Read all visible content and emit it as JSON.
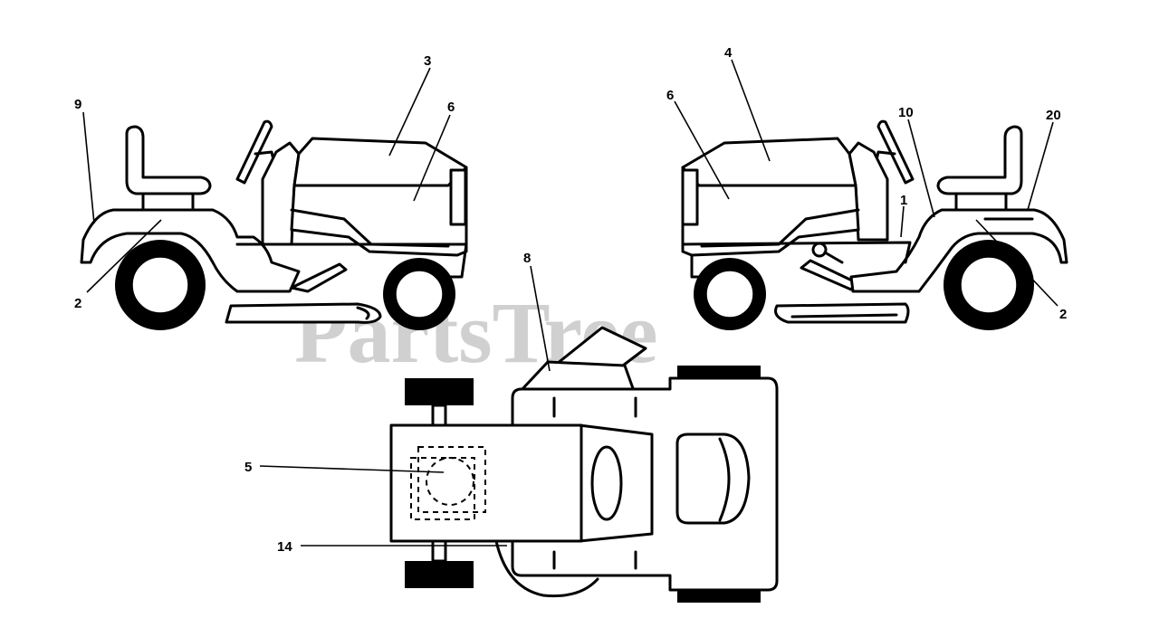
{
  "watermark": "PartsTree",
  "callouts": {
    "left_view": {
      "c9": "9",
      "c3": "3",
      "c6": "6",
      "c2": "2"
    },
    "right_view": {
      "c4": "4",
      "c6": "6",
      "c10": "10",
      "c20": "20",
      "c1": "1",
      "c2": "2"
    },
    "top_view": {
      "c8": "8",
      "c5": "5",
      "c14": "14"
    }
  },
  "colors": {
    "line": "#000000",
    "background": "#ffffff",
    "watermark": "#c8c8c8"
  }
}
